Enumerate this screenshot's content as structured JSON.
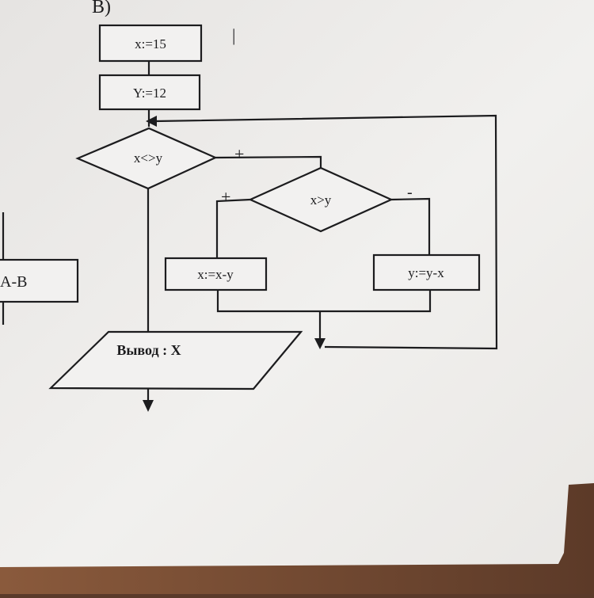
{
  "section_label": "B)",
  "colors": {
    "paper": "#eeecea",
    "ink": "#1c1c1e",
    "table": "#6b4330"
  },
  "blocks": {
    "assign_x": "x:=15",
    "assign_y": "Y:=12",
    "cond_outer": "x<>y",
    "cond_inner": "x>y",
    "sub_x": "x:=x-y",
    "sub_y": "y:=y-x",
    "output": "Вывод : X"
  },
  "branch_labels": {
    "outer_true": "+",
    "inner_true": "+",
    "inner_false": "-"
  },
  "side_fragment": "A-B",
  "stray_mark": "|"
}
